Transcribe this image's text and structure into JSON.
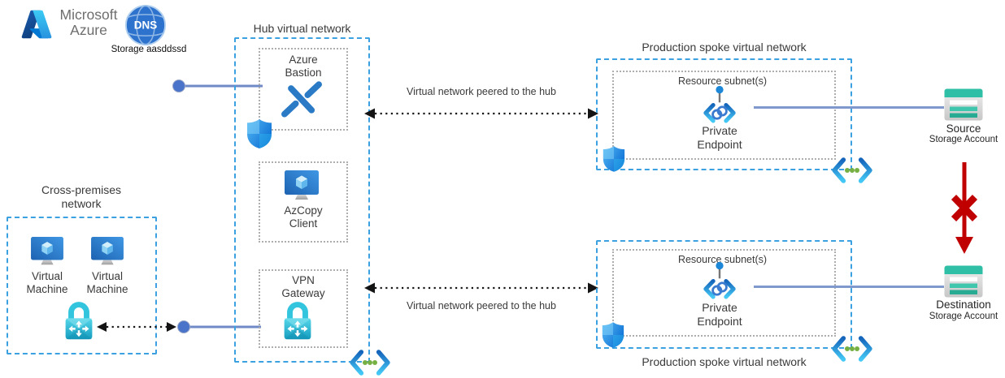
{
  "brand": {
    "microsoft": "Microsoft",
    "azure": "Azure",
    "dns_badge": "DNS",
    "storage_caption": "Storage aasddssd"
  },
  "cross_premises": {
    "title": "Cross-premises\nnetwork",
    "vms": [
      {
        "label": "Virtual\nMachine"
      },
      {
        "label": "Virtual\nMachine"
      }
    ]
  },
  "hub": {
    "title": "Hub virtual network",
    "bastion_label": "Azure\nBastion",
    "azcopy_label": "AzCopy\nClient",
    "vpn_label": "VPN\nGateway"
  },
  "peering": {
    "top_label": "Virtual network peered to the hub",
    "bottom_label": "Virtual network peered to the hub"
  },
  "spokes": [
    {
      "title": "Production spoke virtual network",
      "subnet_label": "Resource subnet(s)",
      "endpoint_label": "Private\nEndpoint"
    },
    {
      "title": "Production spoke virtual network",
      "subnet_label": "Resource subnet(s)",
      "endpoint_label": "Private\nEndpoint"
    }
  ],
  "storage": {
    "source_name": "Source",
    "source_type": "Storage Account",
    "destination_name": "Destination",
    "destination_type": "Storage Account"
  },
  "icons": {
    "azure_logo": "azure-a-logo",
    "dns": "dns-globe",
    "virtual_machine": "monitor-with-cube",
    "bastion": "crossed-bars",
    "azcopy_client": "monitor-with-cube",
    "vpn_gateway": "cyan-lock-with-arrows",
    "shield": "blue-security-shield",
    "private_endpoint": "angle-brackets-chain-links",
    "virtual_network": "angle-brackets-green-dots",
    "storage_account": "teal-striped-box",
    "blocked_transfer": "red-arrow-with-x"
  },
  "colors": {
    "vnet_border": "#3ba1e0",
    "subnet_border": "#aeaeae",
    "connector_line": "#8099cc",
    "connector_dot": "#4a74c9",
    "peer_arrow": "#141414",
    "blocked_red": "#c00000",
    "storage_teal": "#2ebfa6",
    "icon_blue": "#2a7ac6",
    "lock_cyan": "#33c5de",
    "vnet_dot_green": "#76b043",
    "brand_gray": "#6e6e6e"
  }
}
